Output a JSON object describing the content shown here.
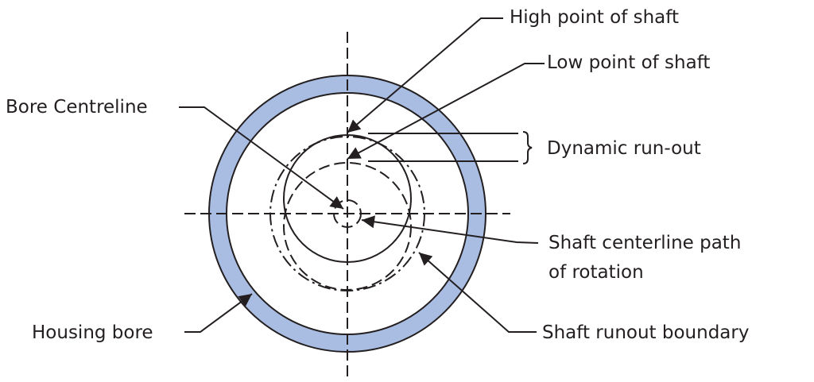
{
  "colors": {
    "housing": "#a9bde3",
    "ink": "#231f20"
  },
  "labels": {
    "high_point": "High point of shaft",
    "low_point": "Low point of shaft",
    "dynamic_runout": "Dynamic run-out",
    "bore_centreline": "Bore Centreline",
    "shaft_centerline_line1": "Shaft centerline path",
    "shaft_centerline_line2": "of rotation",
    "housing_bore": "Housing bore",
    "shaft_runout_boundary": "Shaft runout boundary"
  }
}
